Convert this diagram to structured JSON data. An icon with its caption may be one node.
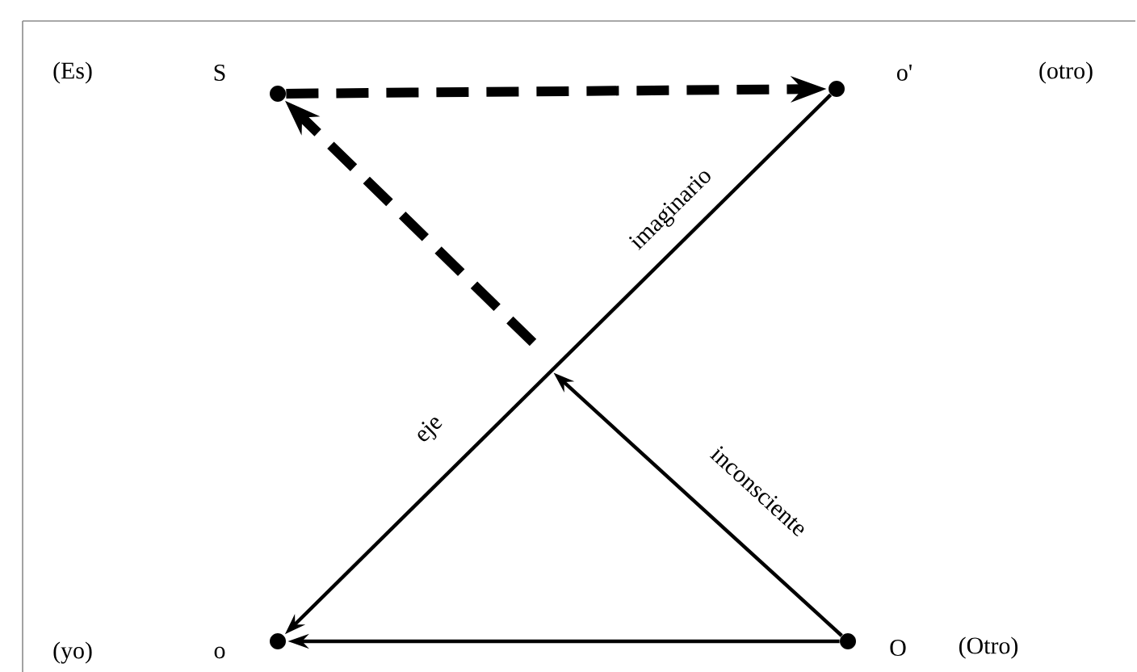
{
  "diagram": {
    "nodes": [
      {
        "text": [],
        "shape": "circle",
        "beside": [
          "S"
        ]
      },
      {
        "text": [],
        "shape": "circle",
        "beside": [
          "o'"
        ]
      },
      {
        "text": [],
        "shape": "circle",
        "beside": [
          "o"
        ]
      },
      {
        "text": [],
        "shape": "circle",
        "beside": [
          "O",
          "(Otro)"
        ]
      }
    ],
    "edges": [
      {
        "from": 0,
        "to": 1,
        "arrow": "to",
        "style": "dashed"
      },
      {
        "from": 1,
        "to": 2,
        "arrow": "to",
        "label": "imaginario"
      },
      {
        "from": 3,
        "to": 2,
        "arrow": "to"
      },
      {
        "from": 3,
        "to": null,
        "arrow": "to",
        "label": "inconsciente"
      },
      {
        "from": null,
        "to": 0,
        "arrow": "to",
        "style": "dashed"
      }
    ],
    "labels": [
      "(Es)",
      "(otro)",
      "eje",
      "(yo)"
    ]
  }
}
